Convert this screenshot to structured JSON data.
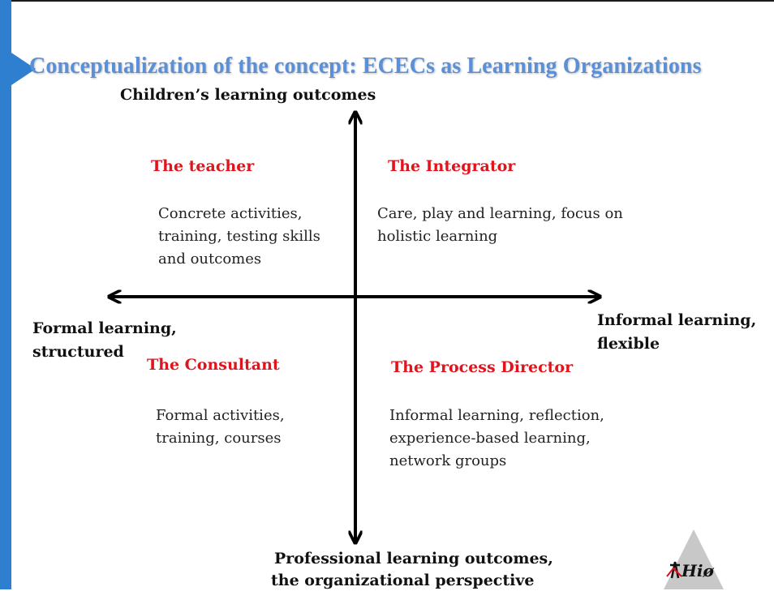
{
  "title": "Conceptualization of the concept: ECECs as Learning Organizations",
  "axes": {
    "top": "Children’s learning outcomes",
    "bottom": [
      "Professional learning outcomes,",
      "the organizational perspective"
    ],
    "left": [
      "Formal learning,",
      "structured"
    ],
    "right": [
      "Informal learning,",
      "flexible"
    ]
  },
  "quadrants": {
    "top_left": {
      "title": "The teacher",
      "lines": [
        "Concrete activities,",
        "training, testing skills",
        "and outcomes"
      ]
    },
    "top_right": {
      "title": "The Integrator",
      "lines": [
        "Care, play and learning, focus on",
        "holistic learning"
      ]
    },
    "bottom_left": {
      "title": "The Consultant",
      "lines": [
        "Formal activities,",
        "training, courses"
      ]
    },
    "bottom_right": {
      "title": "The Process Director",
      "lines": [
        "Informal learning, reflection,",
        "experience-based learning,",
        "network groups"
      ]
    }
  },
  "logo_text": "Hiø",
  "colors": {
    "accent_blue": "#2f7fd0",
    "title_blue": "#5b8fd6",
    "quadrant_red": "#e0141c"
  }
}
